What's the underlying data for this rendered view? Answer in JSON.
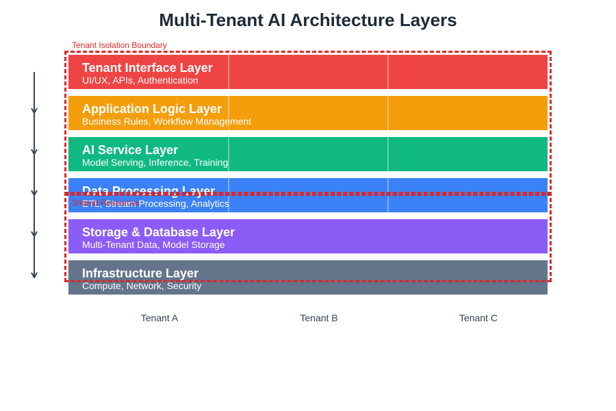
{
  "title": "Multi-Tenant AI Architecture Layers",
  "layers": [
    {
      "name": "Tenant Interface Layer",
      "description": "UI/UX, APIs, Authentication",
      "color": "#ef4444"
    },
    {
      "name": "Application Logic Layer",
      "description": "Business Rules, Workflow Management",
      "color": "#f59e0b"
    },
    {
      "name": "AI Service Layer",
      "description": "Model Serving, Inference, Training",
      "color": "#10b981"
    },
    {
      "name": "Data Processing Layer",
      "description": "ETL, Stream Processing, Analytics",
      "color": "#3b82f6"
    },
    {
      "name": "Storage & Database Layer",
      "description": "Multi-Tenant Data, Model Storage",
      "color": "#8b5cf6"
    },
    {
      "name": "Infrastructure Layer",
      "description": "Compute, Network, Security",
      "color": "#64748b"
    }
  ],
  "boundaries": {
    "isolation_label": "Tenant Isolation Boundary",
    "shared_label": "Shared Resources",
    "color": "#dc2626"
  },
  "tenants": [
    "Tenant A",
    "Tenant B",
    "Tenant C"
  ],
  "flow_arrow_color": "#374151"
}
